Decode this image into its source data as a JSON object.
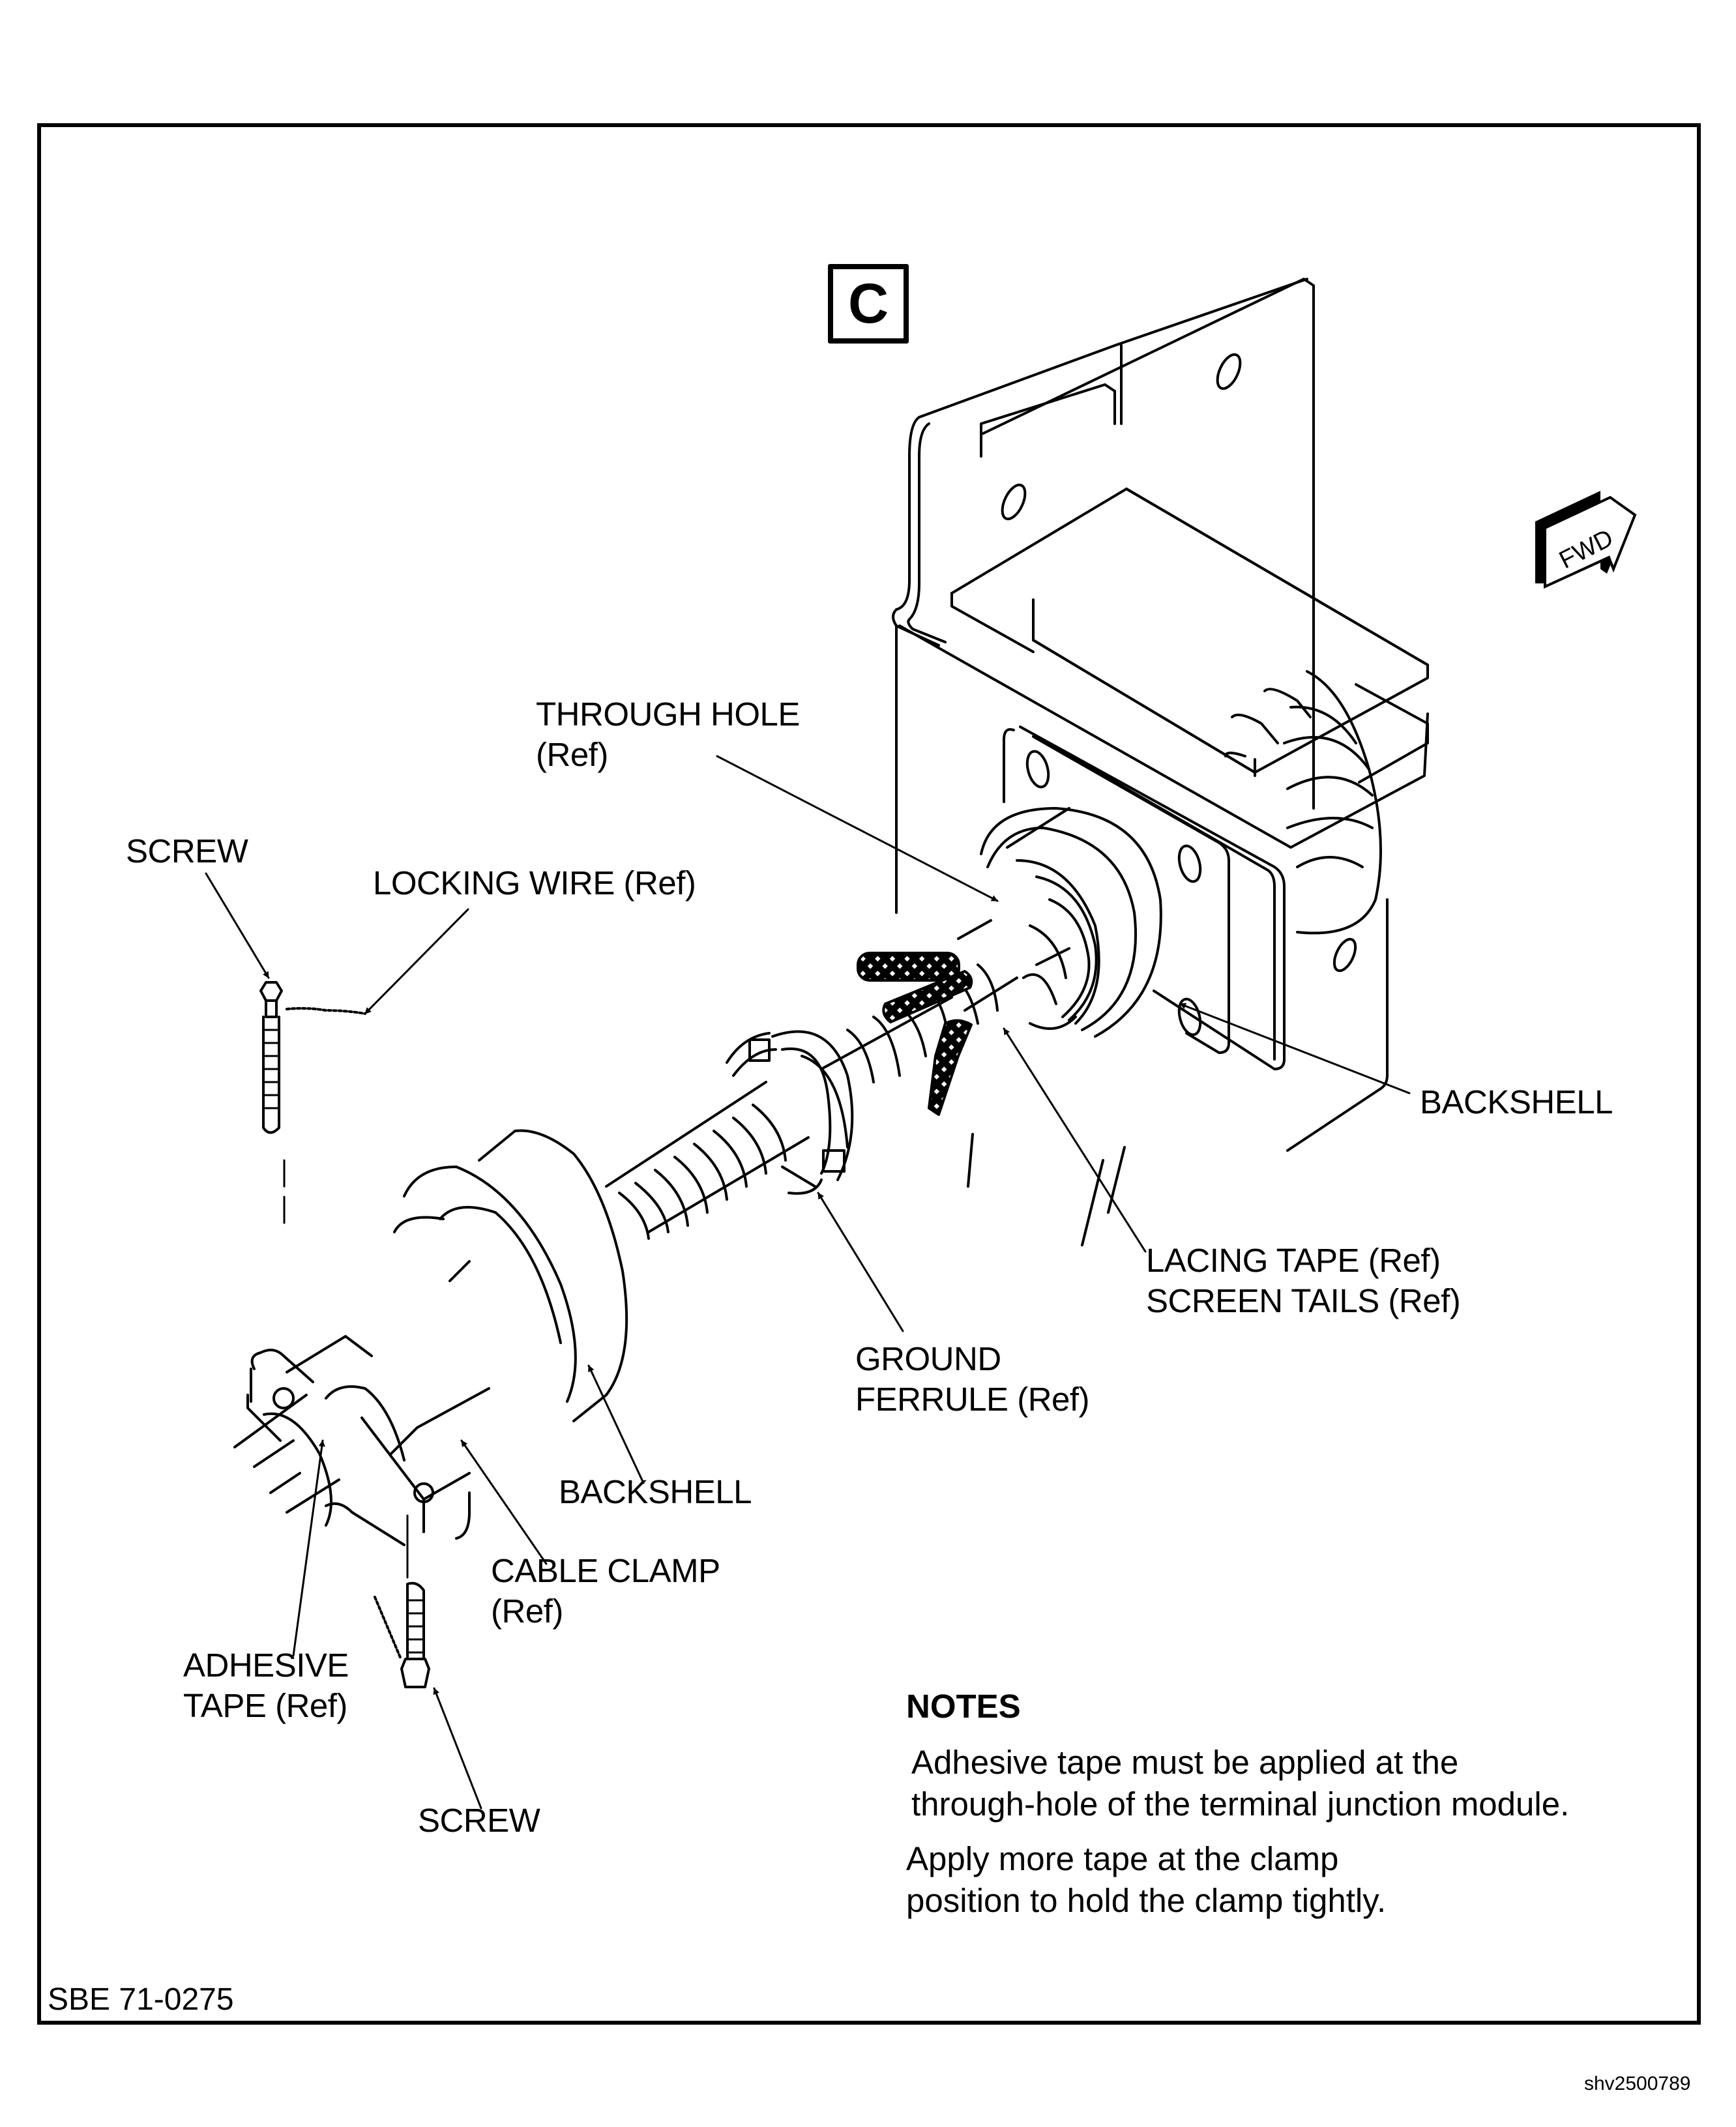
{
  "view_label": "C",
  "orientation": {
    "icon": "fwd-arrow-icon",
    "label": "FWD"
  },
  "callouts": {
    "through_hole": [
      "THROUGH HOLE",
      "(Ref)"
    ],
    "screw_top": "SCREW",
    "locking_wire": "LOCKING WIRE (Ref)",
    "backshell_right": "BACKSHELL",
    "lacing_tape": "LACING TAPE (Ref)",
    "screen_tails": "SCREEN TAILS (Ref)",
    "ground_ferrule": [
      "GROUND",
      "FERRULE (Ref)"
    ],
    "backshell_left": "BACKSHELL",
    "cable_clamp": [
      "CABLE CLAMP",
      "(Ref)"
    ],
    "adhesive_tape": [
      "ADHESIVE",
      "TAPE (Ref)"
    ],
    "screw_bottom": "SCREW"
  },
  "notes": {
    "title": "NOTES",
    "items": [
      [
        "Adhesive tape must be applied at the",
        "through-hole of the terminal junction module."
      ],
      [
        "Apply more tape at the clamp",
        "position to hold the clamp tightly."
      ]
    ]
  },
  "document_code": "SBE 71-0275",
  "figure_id": "shv2500789"
}
